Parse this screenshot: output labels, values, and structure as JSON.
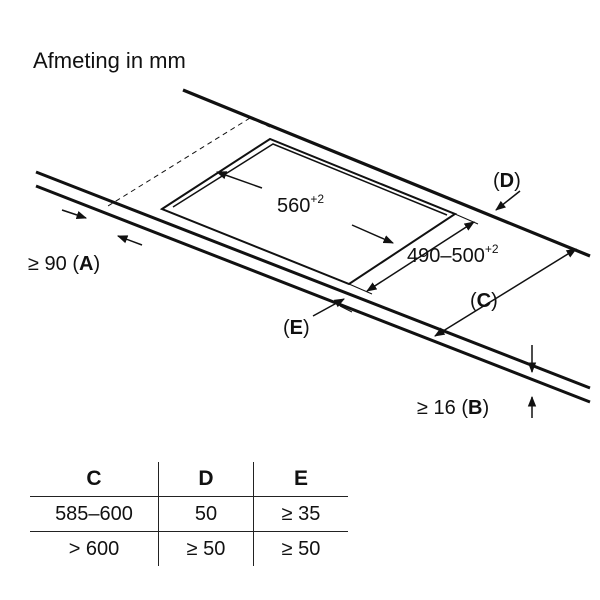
{
  "title": "Afmeting in mm",
  "labels": {
    "width_value": "560",
    "width_tolerance": "+2",
    "depth_value": "490–500",
    "depth_tolerance": "+2",
    "a_prefix": "≥ 90 (",
    "a_letter": "A",
    "a_suffix": ")",
    "b_prefix": "≥ 16 (",
    "b_letter": "B",
    "b_suffix": ")",
    "c_open": "(",
    "c_letter": "C",
    "c_close": ")",
    "d_open": "(",
    "d_letter": "D",
    "d_close": ")",
    "e_open": "(",
    "e_letter": "E",
    "e_close": ")"
  },
  "table": {
    "headers": [
      "C",
      "D",
      "E"
    ],
    "rows": [
      [
        "585–600",
        "50",
        "≥ 35"
      ],
      [
        "> 600",
        "≥ 50",
        "≥ 50"
      ]
    ]
  }
}
